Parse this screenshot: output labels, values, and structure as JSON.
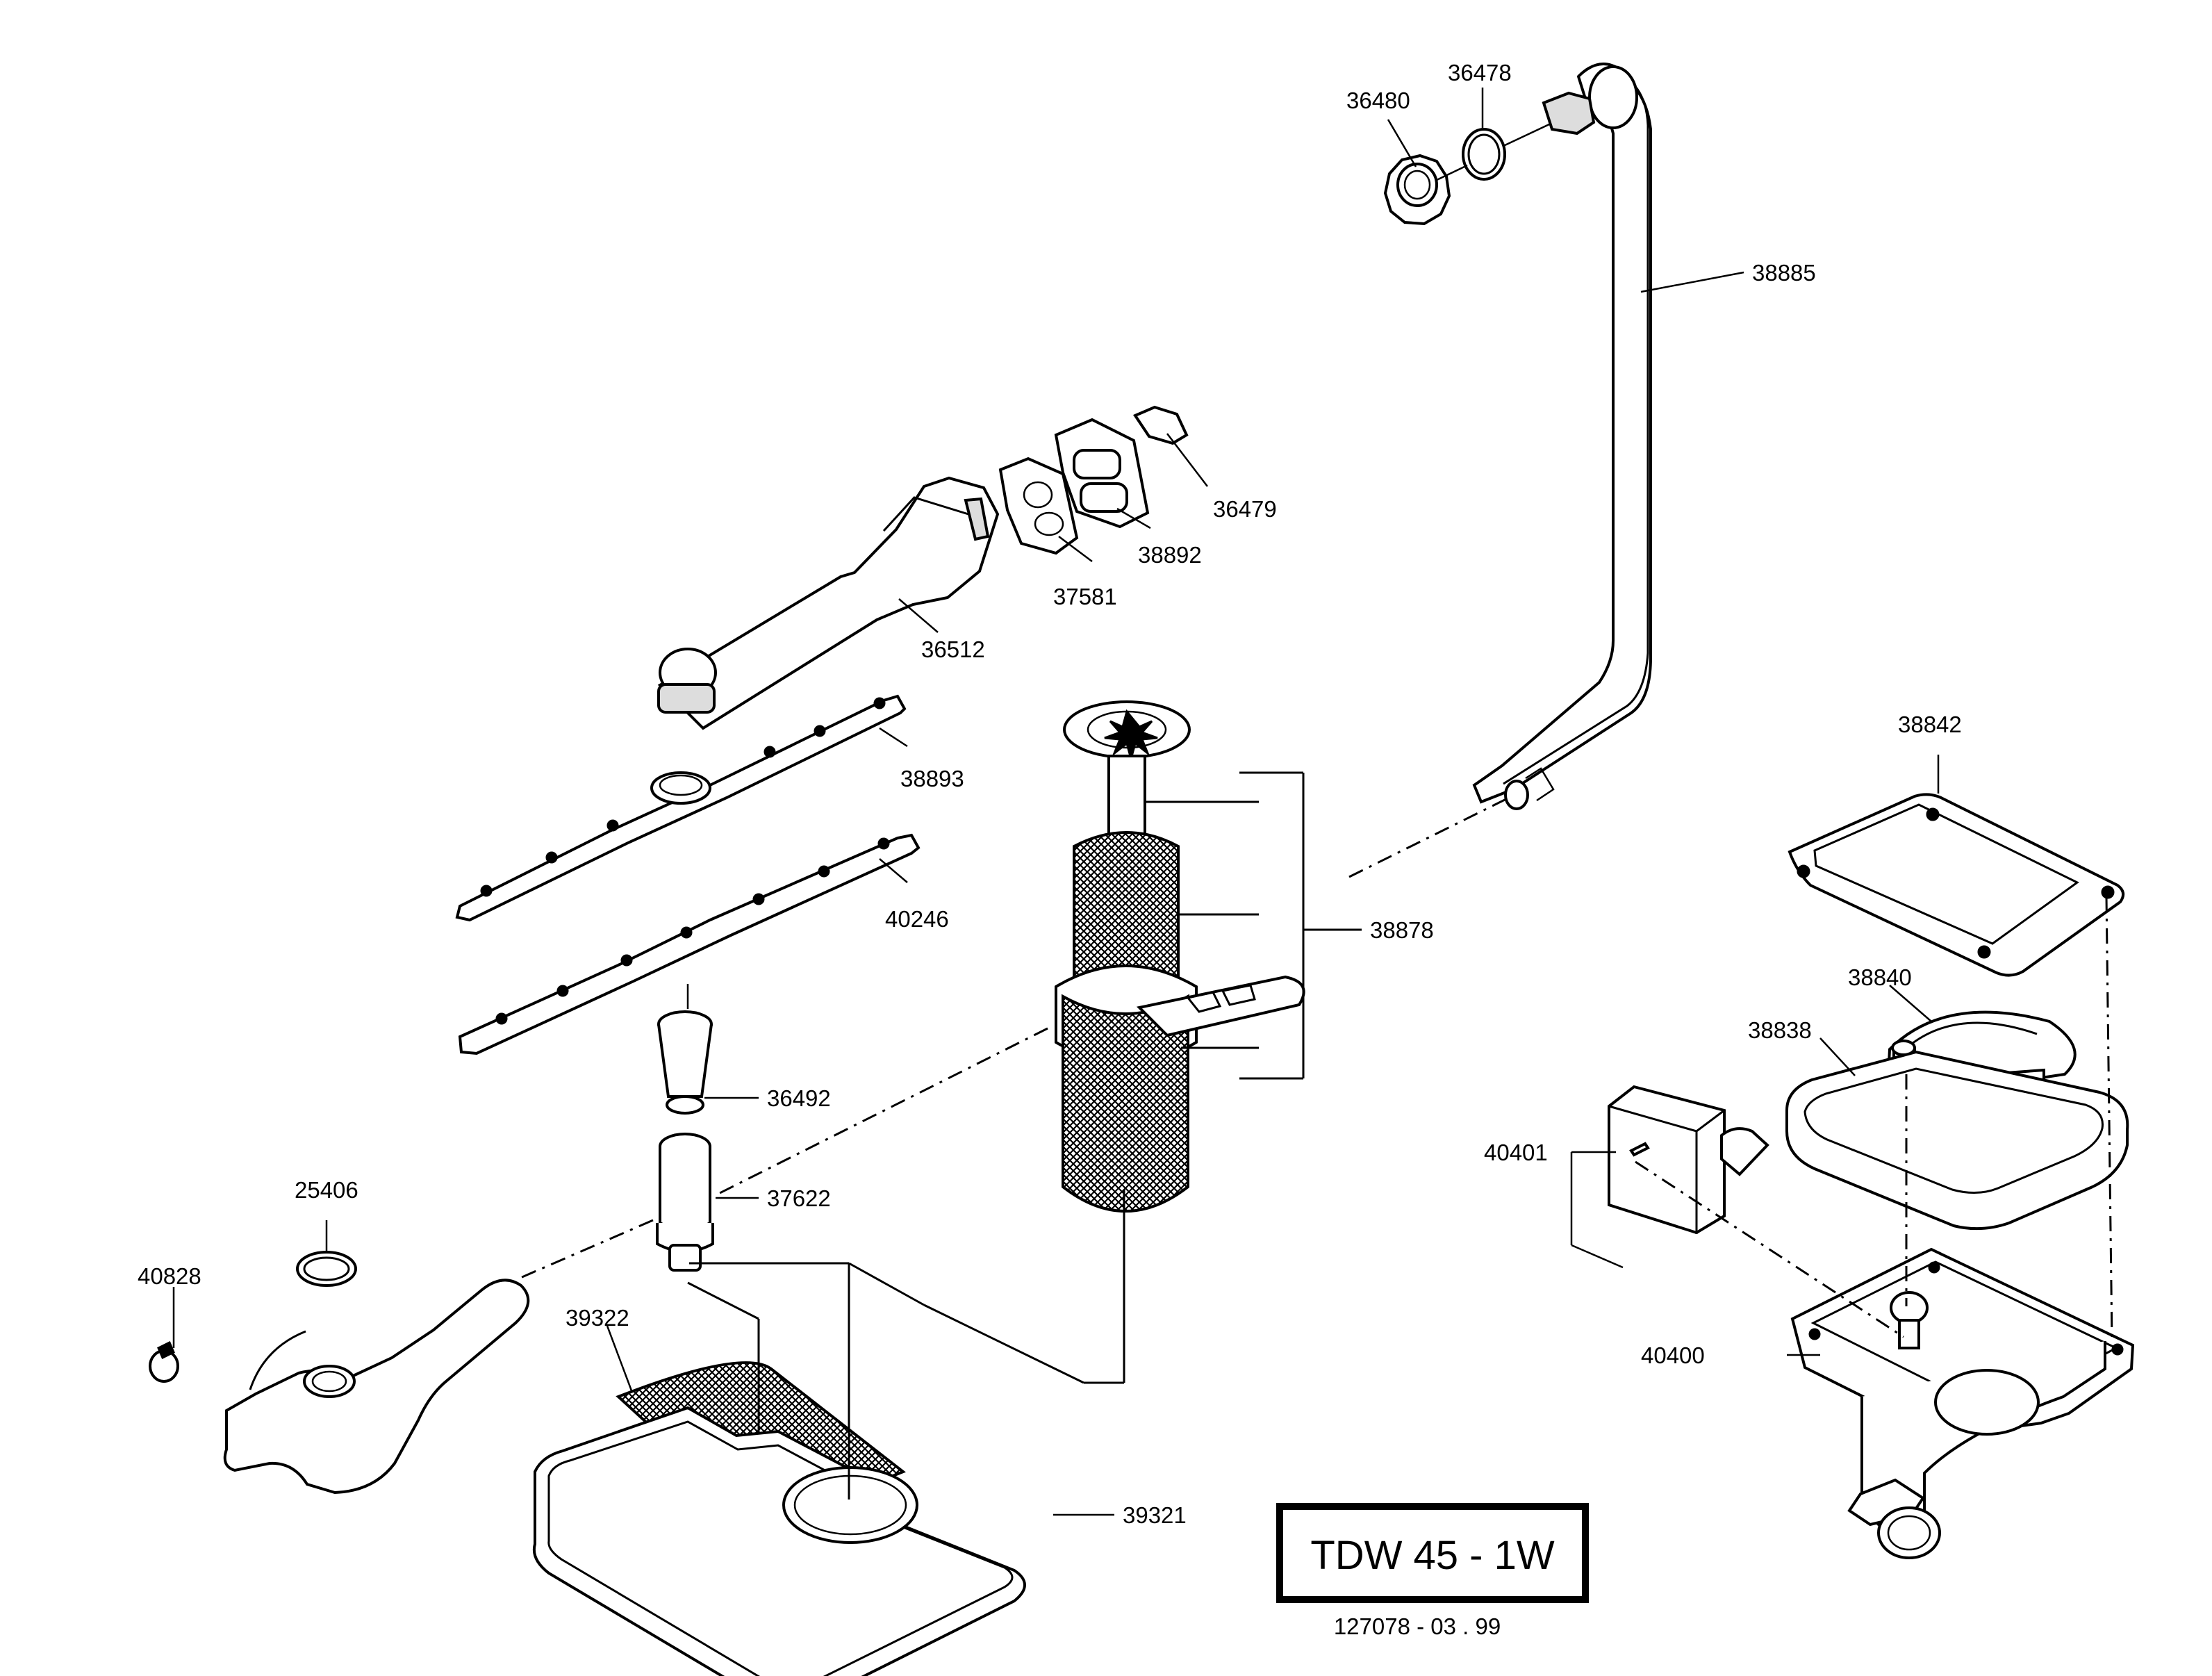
{
  "diagram": {
    "parts": [
      {
        "id": "p36480",
        "number": "36480"
      },
      {
        "id": "p36478",
        "number": "36478"
      },
      {
        "id": "p38885",
        "number": "38885"
      },
      {
        "id": "p36479",
        "number": "36479"
      },
      {
        "id": "p38892",
        "number": "38892"
      },
      {
        "id": "p37581",
        "number": "37581"
      },
      {
        "id": "p36512",
        "number": "36512"
      },
      {
        "id": "p38893",
        "number": "38893"
      },
      {
        "id": "p40246",
        "number": "40246"
      },
      {
        "id": "p38878",
        "number": "38878"
      },
      {
        "id": "p38842",
        "number": "38842"
      },
      {
        "id": "p38840",
        "number": "38840"
      },
      {
        "id": "p38838",
        "number": "38838"
      },
      {
        "id": "p40401",
        "number": "40401"
      },
      {
        "id": "p36492",
        "number": "36492"
      },
      {
        "id": "p37622",
        "number": "37622"
      },
      {
        "id": "p25406",
        "number": "25406"
      },
      {
        "id": "p40828",
        "number": "40828"
      },
      {
        "id": "p39322",
        "number": "39322"
      },
      {
        "id": "p40400",
        "number": "40400"
      },
      {
        "id": "p39321",
        "number": "39321"
      }
    ],
    "model_box": "TDW 45 - 1W",
    "document_code": "127078  -  03 . 99"
  }
}
